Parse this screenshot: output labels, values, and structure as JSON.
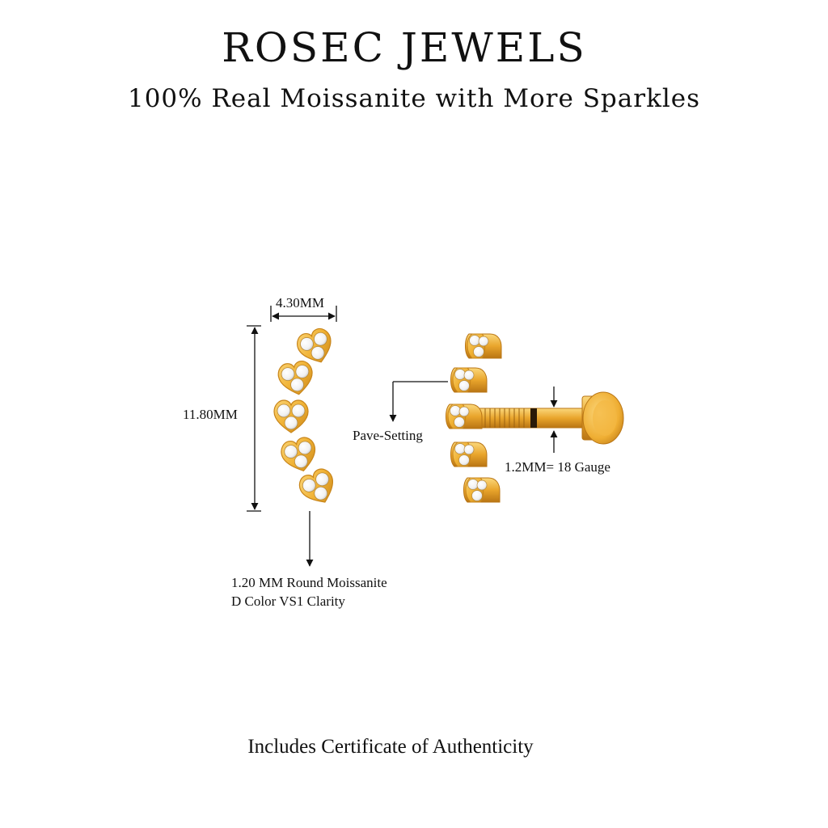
{
  "brand": {
    "title": "ROSEC JEWELS",
    "tagline": "100% Real Moissanite with More Sparkles"
  },
  "dimensions": {
    "width": "4.30MM",
    "length": "11.80MM",
    "setting": "Pave-Setting",
    "gauge": "1.2MM= 18 Gauge",
    "stone_line1": "1.20 MM Round Moissanite",
    "stone_line2": "D Color VS1 Clarity"
  },
  "footer": {
    "certificate": "Includes Certificate of Authenticity"
  },
  "colors": {
    "gold": "#f0b133",
    "gold_dark": "#c8851a",
    "gold_light": "#fad374",
    "stone": "#ffffff",
    "text": "#111111"
  }
}
